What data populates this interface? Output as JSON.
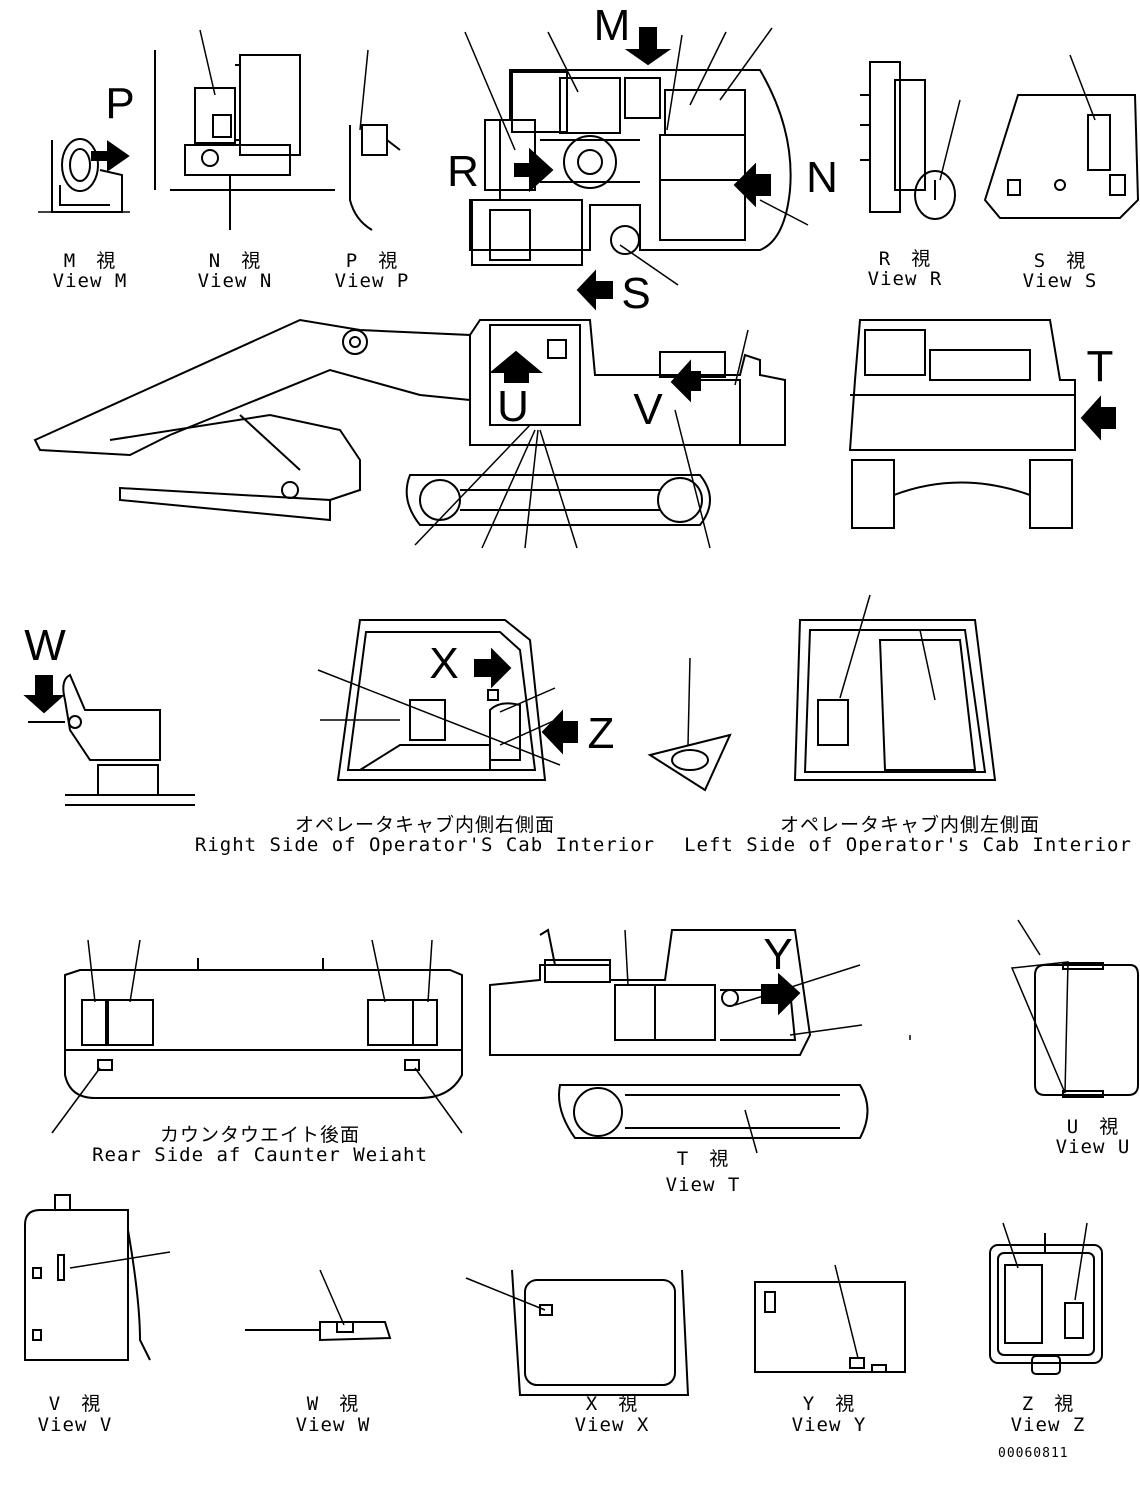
{
  "letters": {
    "M": "M",
    "N": "N",
    "P": "P",
    "R": "R",
    "S": "S",
    "T": "T",
    "U": "U",
    "V": "V",
    "W": "W",
    "X": "X",
    "Y": "Y",
    "Z": "Z"
  },
  "views": {
    "m_jp": "M　視",
    "m_en": "View M",
    "n_jp": "N　視",
    "n_en": "View N",
    "p_jp": "P　視",
    "p_en": "View P",
    "r_jp": "R　視",
    "r_en": "View R",
    "s_jp": "S　視",
    "s_en": "View S",
    "t_jp": "T　視",
    "t_en": "View T",
    "u_jp": "U　視",
    "u_en": "View U",
    "v_jp": "V　視",
    "v_en": "View V",
    "w_jp": "W　視",
    "w_en": "View W",
    "x_jp": "X　視",
    "x_en": "View X",
    "y_jp": "Y　視",
    "y_en": "View Y",
    "z_jp": "Z　視",
    "z_en": "View Z"
  },
  "cab": {
    "right_jp": "オペレータキャブ内側右側面",
    "right_en": "Right Side of Operator'S Cab Interior",
    "left_jp": "オペレータキャブ内側左側面",
    "left_en": "Left Side of Operator's Cab Interior"
  },
  "counterweight": {
    "jp": "カウンタウエイト後面",
    "en": "Rear Side af Caunter Weiaht"
  },
  "drawing_code": "00060811",
  "colors": {
    "ink": "#000000",
    "paper": "#ffffff"
  }
}
